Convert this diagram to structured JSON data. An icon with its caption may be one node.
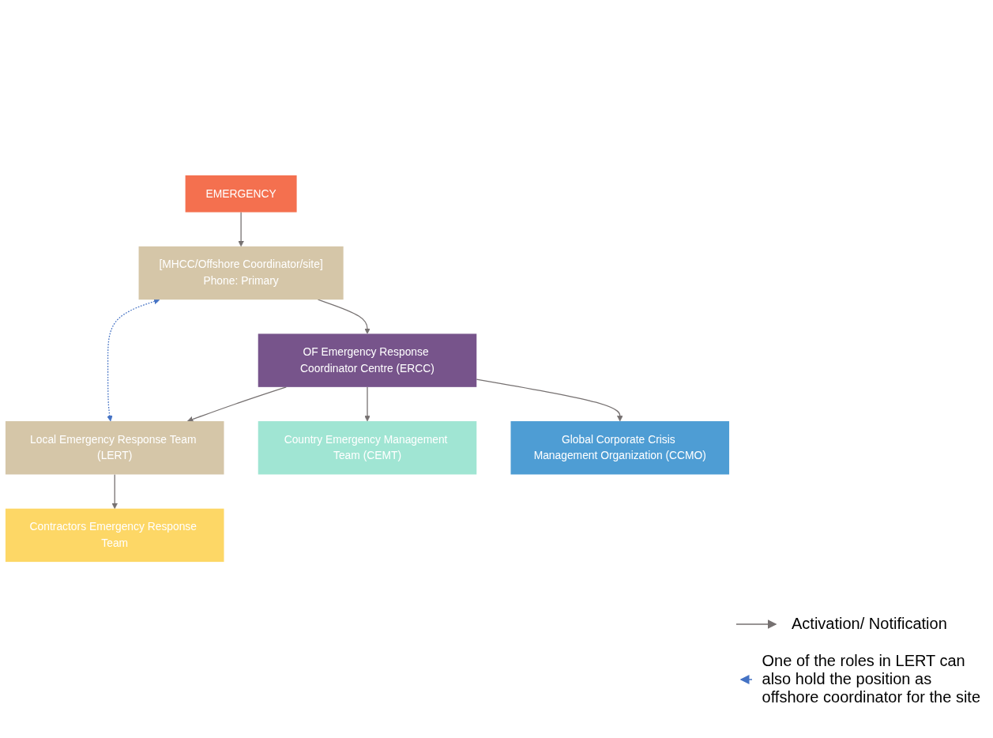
{
  "diagram": {
    "nodes": [
      {
        "text": [
          "EMERGENCY"
        ]
      },
      {
        "text": [
          "[MHCC/Offshore Coordinator/site]",
          "Phone: Primary"
        ]
      },
      {
        "text": [
          "OF Emergency Response Coordinator Centre (ERCC)"
        ]
      },
      {
        "text": [
          "Local Emergency Response Team (LERT)"
        ]
      },
      {
        "text": [
          "Contractors Emergency Response Team"
        ]
      },
      {
        "text": [
          "Country Emergency Management Team (CEMT)"
        ]
      },
      {
        "text": [
          "Global Corporate Crisis Management Organization (CCMO)"
        ]
      }
    ],
    "edges": [
      {
        "from": 0,
        "to": 1,
        "arrow": "to"
      },
      {
        "from": 1,
        "to": 2,
        "arrow": "to"
      },
      {
        "from": 1,
        "to": 3,
        "arrow": "both",
        "style": "dashed",
        "color": "#4472c4"
      },
      {
        "from": 3,
        "to": 4,
        "arrow": "to"
      },
      {
        "from": 2,
        "to": 3,
        "arrow": "to"
      },
      {
        "from": 2,
        "to": 5,
        "arrow": "to"
      },
      {
        "from": 2,
        "to": 6,
        "arrow": "to"
      }
    ],
    "legend": [
      {
        "text": "Activation/ Notification"
      },
      {
        "text": "One of the roles in LERT can also hold the position as offshore coordinator for the site"
      }
    ]
  }
}
